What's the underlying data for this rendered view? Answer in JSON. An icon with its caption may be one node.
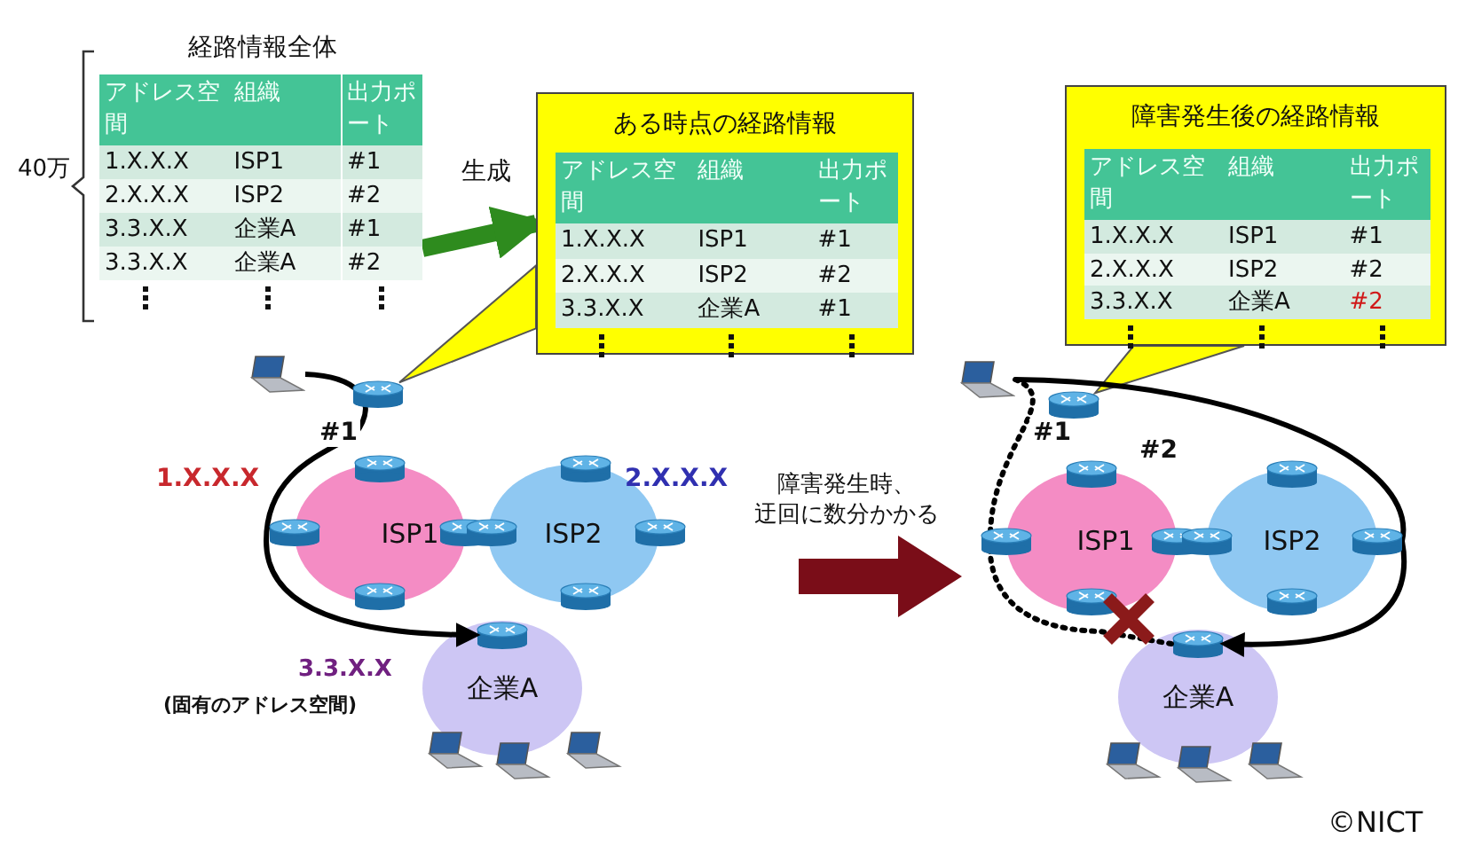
{
  "diagram": {
    "nodes": [
      {
        "text": [
          "経路情報全体"
        ]
      },
      {
        "text": [
          "ある時点の経路情報"
        ]
      },
      {
        "text": [
          "障害発生後の経路情報"
        ]
      },
      {
        "text": [],
        "shape": "laptop"
      },
      {
        "text": [],
        "shape": "router"
      },
      {
        "text": [
          "ISP1"
        ],
        "beside": [
          "1.X.X.X"
        ]
      },
      {
        "text": [
          "ISP2"
        ],
        "beside": [
          "2.X.X.X"
        ]
      },
      {
        "text": [
          "企業A"
        ],
        "beside": [
          "3.3.X.X",
          "(固有のアドレス空間)"
        ]
      },
      {
        "text": [],
        "shape": "router",
        "in": 7
      },
      {
        "text": [],
        "shape": "laptop"
      },
      {
        "text": [],
        "shape": "router"
      },
      {
        "text": [
          "ISP1"
        ]
      },
      {
        "text": [
          "ISP2"
        ]
      },
      {
        "text": [
          "企業A"
        ]
      },
      {
        "text": [],
        "shape": "router",
        "in": 13
      }
    ],
    "edges": [
      {
        "from": 0,
        "to": 1,
        "arrow": "to",
        "label": "生成",
        "style": "thick",
        "color": "#2e8b1e"
      },
      {
        "from": 1,
        "to": 4,
        "arrow": "none"
      },
      {
        "from": 2,
        "to": 10,
        "arrow": "none"
      },
      {
        "from": 3,
        "to": 8,
        "arrow": "to",
        "label": "#1"
      },
      {
        "from": 9,
        "to": 14,
        "arrow": "none",
        "label": "#1",
        "style": "dashed"
      },
      {
        "from": 9,
        "to": 14,
        "arrow": "to",
        "label": "#2"
      }
    ],
    "labels": [
      "アドレス空間",
      "組織",
      "出力ポート",
      "1.X.X.X",
      "ISP1",
      "#1",
      "2.X.X.X",
      "ISP2",
      "#2",
      "3.3.X.X",
      "企業A",
      "#1",
      "3.3.X.X",
      "企業A",
      "#2",
      "40万",
      "アドレス空間",
      "組織",
      "出力ポート",
      "1.X.X.X",
      "ISP1",
      "#1",
      "2.X.X.X",
      "ISP2",
      "#2",
      "3.3.X.X",
      "企業A",
      "#1",
      "アドレス空間",
      "組織",
      "出力ポート",
      "1.X.X.X",
      "ISP1",
      "#1",
      "2.X.X.X",
      "ISP2",
      "#2",
      "3.3.X.X",
      "企業A",
      "#2",
      "障害発生時、迂回に数分かかる",
      "©NICT"
    ]
  }
}
